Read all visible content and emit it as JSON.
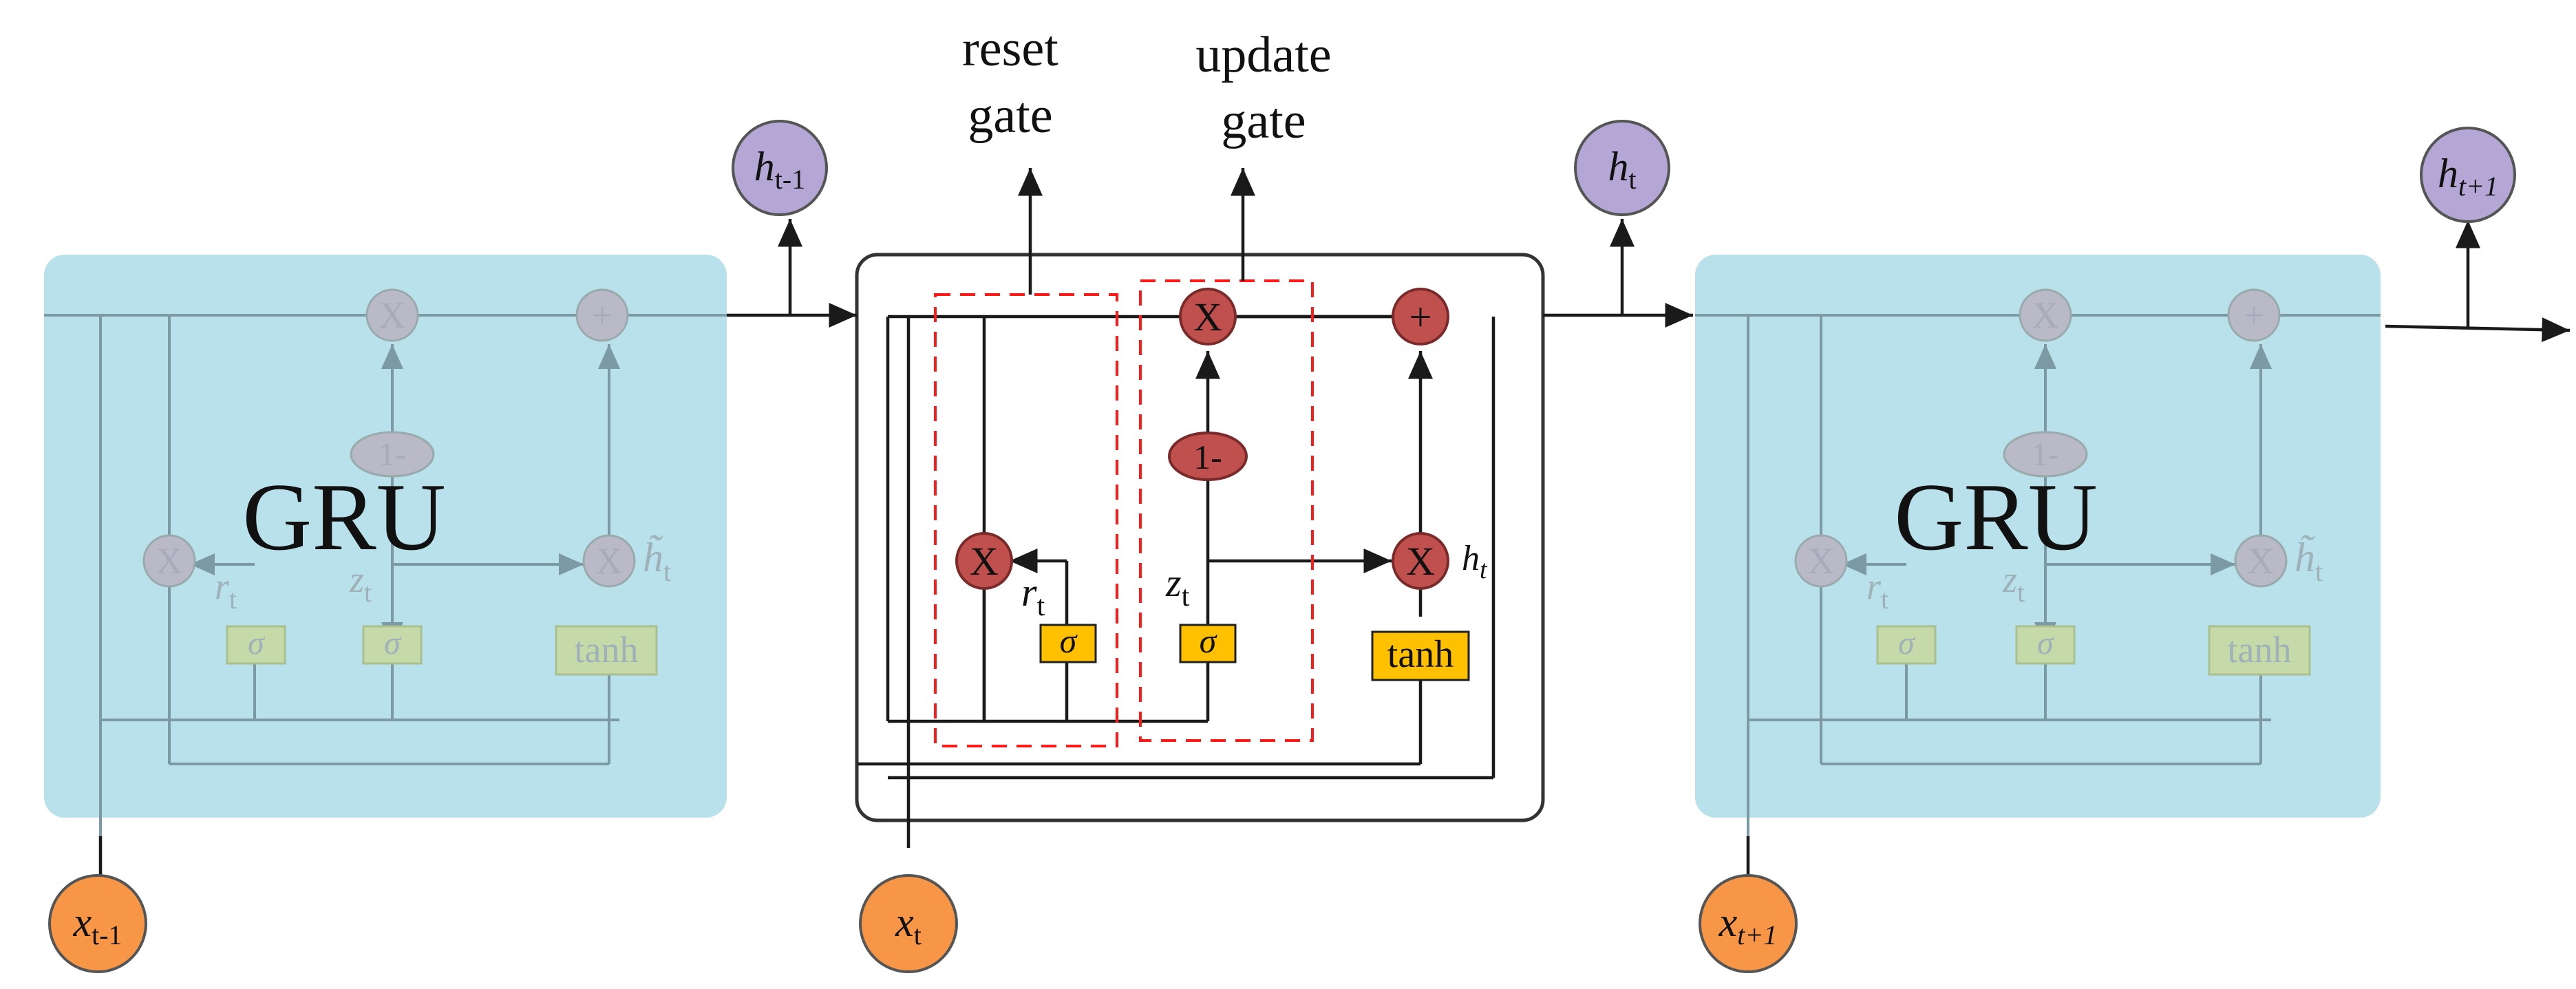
{
  "diagram": {
    "colors": {
      "cell_fill": "#b8e1ec",
      "op_red": "#c0504d",
      "op_red_stroke": "#7a2b29",
      "gate_yellow": "#ffc000",
      "input_orange": "#f79646",
      "hidden_purple": "#b4a7d6",
      "gate_box_dashed": "#ff1a1a",
      "faint_text": "#9fb2b8",
      "faint_box": "#c6d9a8"
    },
    "labels": {
      "reset_gate_line1": "reset",
      "reset_gate_line2": "gate",
      "update_gate_line1": "update",
      "update_gate_line2": "gate"
    },
    "hidden_states": [
      {
        "sym": "h",
        "sub": "t-1"
      },
      {
        "sym": "h",
        "sub": "t"
      },
      {
        "sym": "h",
        "sub": "t+1"
      }
    ],
    "inputs": [
      {
        "sym": "x",
        "sub": "t-1"
      },
      {
        "sym": "x",
        "sub": "t"
      },
      {
        "sym": "x",
        "sub": "t+1"
      }
    ],
    "center_cell": {
      "mult_symbol": "X",
      "plus_symbol": "+",
      "one_minus": "1-",
      "sigma": "σ",
      "tanh": "tanh",
      "r_sym": "r",
      "r_sub": "t",
      "z_sym": "z",
      "z_sub": "t",
      "h_candidate_sym": "h",
      "h_candidate_sub": "t"
    },
    "side_cells": [
      {
        "title": "GRU",
        "mult": "X",
        "plus": "+",
        "one_minus": "1-",
        "sigma": "σ",
        "tanh": "tanh",
        "r": "r",
        "r_sub": "t",
        "z": "z",
        "z_sub": "t",
        "htilde": "h̃",
        "htilde_sub": "t"
      },
      {
        "title": "GRU",
        "mult": "X",
        "plus": "+",
        "one_minus": "1-",
        "sigma": "σ",
        "tanh": "tanh",
        "r": "r",
        "r_sub": "t",
        "z": "z",
        "z_sub": "t",
        "htilde": "h̃",
        "htilde_sub": "t"
      }
    ]
  }
}
